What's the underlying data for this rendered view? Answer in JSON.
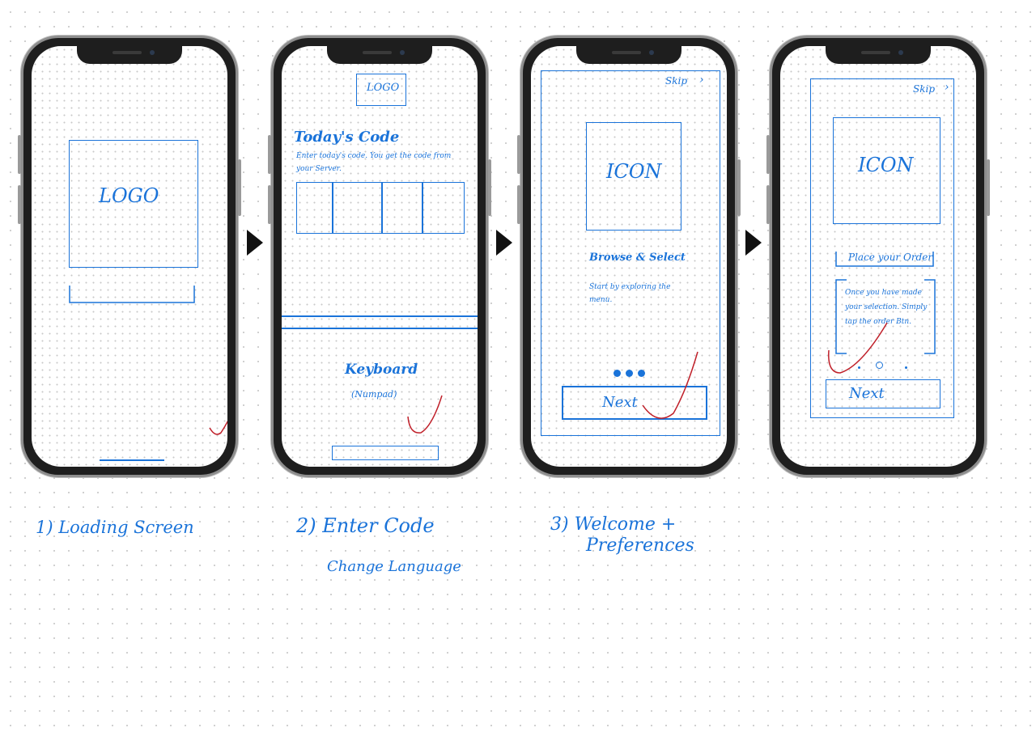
{
  "screens": {
    "loading": {
      "logo": "LOGO"
    },
    "code": {
      "logo": "LOGO",
      "title": "Today's Code",
      "instructions": "Enter today's code. You get the code from your Server.",
      "keyboard": "Keyboard",
      "numpad": "(Numpad)"
    },
    "welcome": {
      "skip": "Skip",
      "icon": "ICON",
      "heading": "Browse & Select",
      "body": "Start by exploring the menu.",
      "next": "Next"
    },
    "order": {
      "skip": "Skip",
      "icon": "ICON",
      "heading": "Place your Order",
      "body": "Once you have made your selection. Simply tap the order Btn.",
      "next": "Next"
    }
  },
  "notes": {
    "step1": "1) Loading Screen",
    "step2": "2) Enter Code",
    "step2_sub": "Change Language",
    "step3": "3) Welcome +",
    "step3_sub": "Preferences"
  },
  "colors": {
    "ink": "#1a73d9",
    "check": "#c0202a",
    "arrow": "#111111"
  }
}
